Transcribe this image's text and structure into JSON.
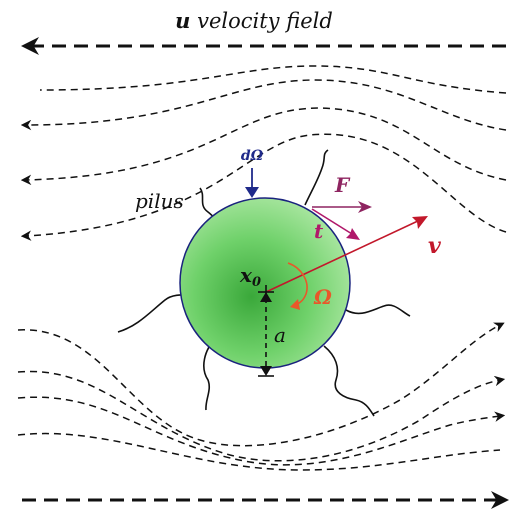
{
  "title": {
    "bold": "u",
    "rest": " velocity field"
  },
  "labels": {
    "d_omega": "dΩ",
    "pilus": "pilus",
    "F": "F",
    "t": "t",
    "v": "v",
    "x0_main": "x",
    "x0_sub": "0",
    "Omega": "Ω",
    "a": "a"
  },
  "colors": {
    "flow": "#111111",
    "sphere_center": "#5ec85e",
    "sphere_edge": "#1e8a2e",
    "sphere_outline": "#1a237e",
    "d_omega_arrow": "#1f2a8a",
    "F": "#8e2460",
    "t": "#b0186a",
    "v": "#c2182b",
    "Omega": "#e8582a",
    "pili": "#111111"
  }
}
